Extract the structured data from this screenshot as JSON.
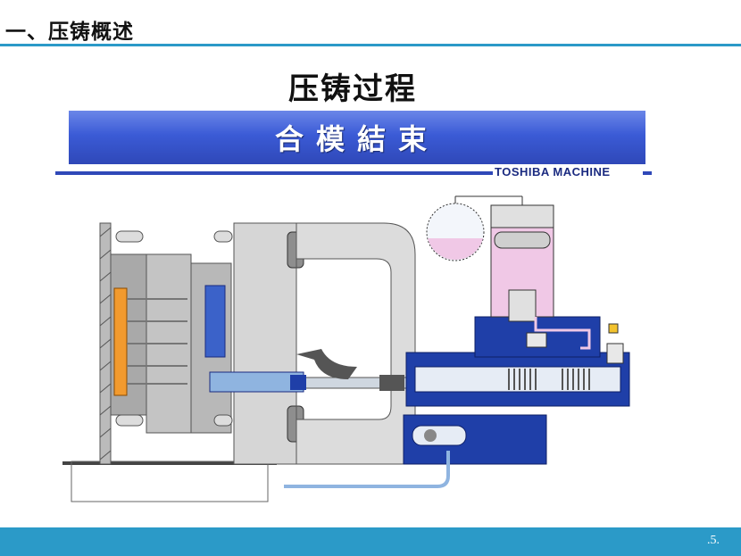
{
  "header": {
    "section_title": "一、压铸概述"
  },
  "slide": {
    "title": "压铸过程"
  },
  "banner": {
    "text": "合模結束",
    "brand": "TOSHIBA MACHINE"
  },
  "footer": {
    "page_number": ".5."
  },
  "colors": {
    "accent": "#2b9ac8",
    "banner_blue": "#3b5bd6",
    "machine_blue": "#1f3fa8",
    "pink": "#f0c8e6",
    "orange": "#f29a2e"
  },
  "diagram": {
    "description_icon": "die-casting-machine-diagram"
  }
}
